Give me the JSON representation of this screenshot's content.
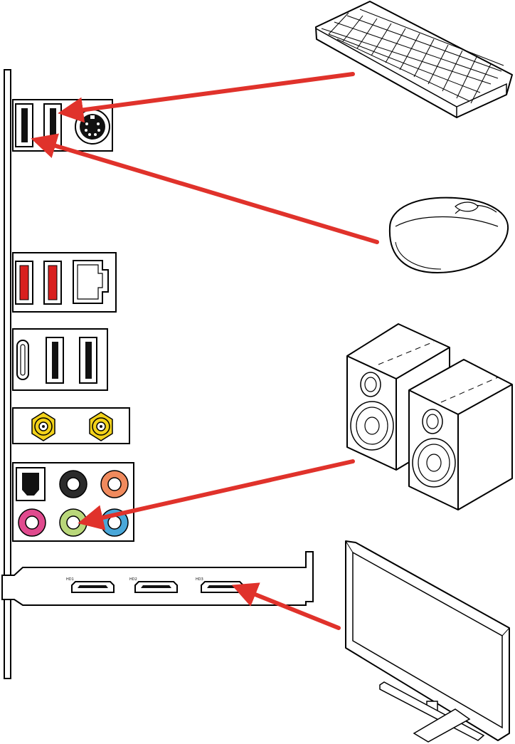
{
  "diagram": {
    "type": "rear-io-connection-guide",
    "colors": {
      "arrow": "#e0322b",
      "outline": "#000000",
      "usb_red": "#d9201f",
      "coax_gold": "#f2d21a",
      "audio_black": "#2b2b2b",
      "audio_orange": "#f08a5d",
      "audio_pink": "#e04a8e",
      "audio_green": "#b9d77a",
      "audio_blue": "#49a7d9"
    },
    "devices": [
      {
        "key": "keyboard",
        "icon": "keyboard-icon",
        "target": "usb-port-2"
      },
      {
        "key": "mouse",
        "icon": "mouse-icon",
        "target": "usb-port-1"
      },
      {
        "key": "speakers",
        "icon": "speakers-icon",
        "target": "audio-line-out-green"
      },
      {
        "key": "monitor",
        "icon": "monitor-icon",
        "target": "hdmi-port-3"
      }
    ],
    "hdmi_labels": [
      "HD1",
      "HD2",
      "HD3"
    ]
  }
}
